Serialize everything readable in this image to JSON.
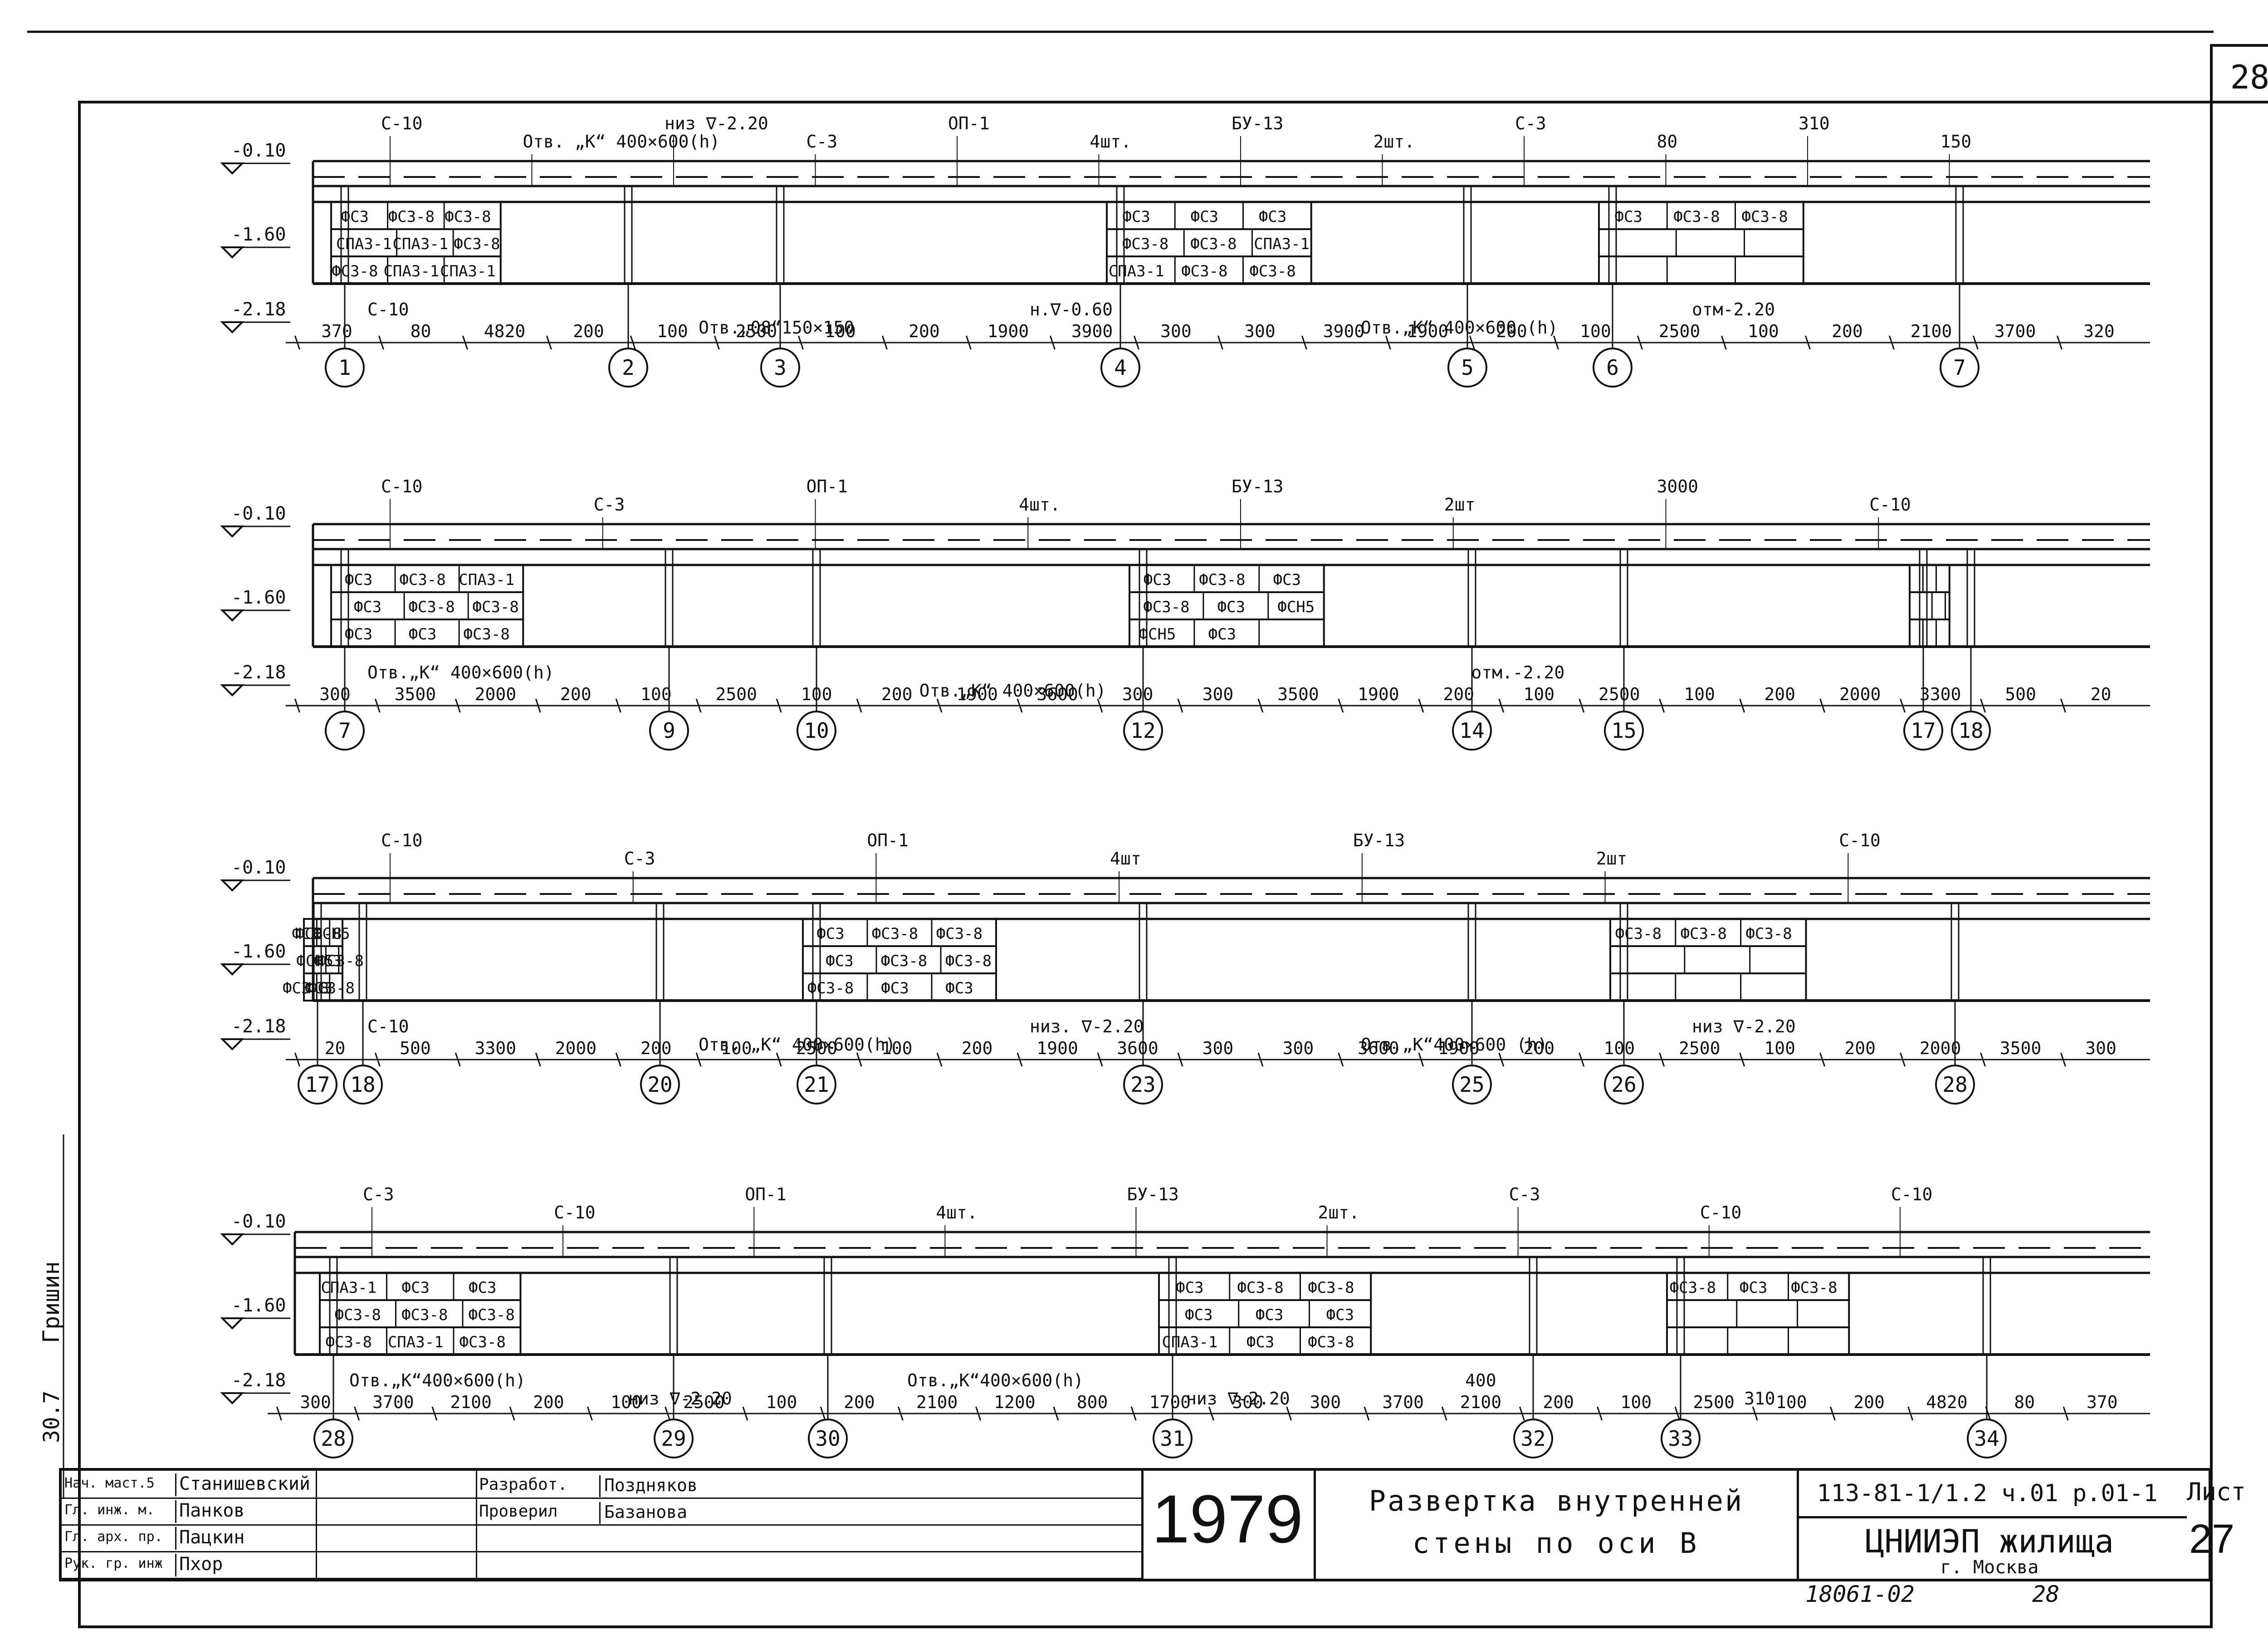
{
  "sheet": {
    "sheet_number": "28",
    "margin_stamp": "30.7",
    "margin_signature_name": "Гришин",
    "footer_numbers": [
      "18061-02",
      "28"
    ]
  },
  "rows": [
    {
      "levels": [
        "-0.10",
        "-1.60",
        "-2.18"
      ],
      "axes": [
        "1",
        "2",
        "3",
        "4",
        "5",
        "6",
        "7"
      ],
      "dims": [
        "370",
        "80",
        "4820",
        "200",
        "100",
        "2500",
        "100",
        "200",
        "1900",
        "3900",
        "300",
        "300",
        "3900",
        "1900",
        "200",
        "100",
        "2500",
        "100",
        "200",
        "2100",
        "3700",
        "320"
      ],
      "top_notes": [
        "С-10",
        "Отв. „К“ 400×600(h)",
        "низ ∇-2.20",
        "С-3",
        "ОП-1",
        "4шт.",
        "БУ-13",
        "2шт.",
        "С-3",
        "80",
        "310",
        "150"
      ],
      "panels": [
        "ФС3",
        "ФС3-8",
        "ФС3-8",
        "СПАЗ-1",
        "СПАЗ-1",
        "ФС3-8",
        "ФС3-8",
        "СПАЗ-1",
        "СПАЗ-1",
        "ФС3",
        "ФС3",
        "ФС3",
        "ФС3-8",
        "ФС3-8",
        "СПАЗ-1",
        "СПАЗ-1",
        "ФС3-8",
        "ФС3-8",
        "ФС3",
        "ФС3-8",
        "ФС3-8"
      ],
      "notes": [
        "С-10",
        "Отв.„08“150×150",
        "н.∇-0.60",
        "Отв.„К“ 400×600 (h)",
        "отм-2.20"
      ]
    },
    {
      "levels": [
        "-0.10",
        "-1.60",
        "-2.18"
      ],
      "axes": [
        "7",
        "9",
        "10",
        "12",
        "14",
        "15",
        "17",
        "18"
      ],
      "dims": [
        "300",
        "3500",
        "2000",
        "200",
        "100",
        "2500",
        "100",
        "200",
        "1900",
        "3600",
        "300",
        "300",
        "3500",
        "1900",
        "200",
        "100",
        "2500",
        "100",
        "200",
        "2000",
        "3300",
        "500",
        "20"
      ],
      "top_notes": [
        "С-10",
        "С-3",
        "ОП-1",
        "4шт.",
        "БУ-13",
        "2шт",
        "3000",
        "С-10"
      ],
      "panels": [
        "ФС3",
        "ФС3-8",
        "СПАЗ-1",
        "ФС3",
        "ФС3-8",
        "ФС3-8",
        "ФС3",
        "ФС3",
        "ФС3-8",
        "ФС3",
        "ФС3-8",
        "ФС3",
        "ФС3-8",
        "ФС3",
        "ФСН5",
        "ФСН5",
        "ФС3"
      ],
      "notes": [
        "Отв.„К“ 400×600(h)",
        "Отв.„К“ 400×600(h)",
        "отм.-2.20"
      ]
    },
    {
      "levels": [
        "-0.10",
        "-1.60",
        "-2.18"
      ],
      "axes": [
        "17",
        "18",
        "20",
        "21",
        "23",
        "25",
        "26",
        "28"
      ],
      "dims": [
        "20",
        "500",
        "3300",
        "2000",
        "200",
        "100",
        "2500",
        "100",
        "200",
        "1900",
        "3600",
        "300",
        "300",
        "3600",
        "1900",
        "200",
        "100",
        "2500",
        "100",
        "200",
        "2000",
        "3500",
        "300"
      ],
      "top_notes": [
        "С-10",
        "С-3",
        "ОП-1",
        "4шт",
        "БУ-13",
        "2шт",
        "С-10"
      ],
      "panels": [
        "ФС3",
        "ФС3-8",
        "ФСН5",
        "ФСН5",
        "ФС3",
        "ФС3-8",
        "ФС3-8",
        "ФС3",
        "ФС3-8",
        "ФС3",
        "ФС3-8",
        "ФС3-8",
        "ФС3",
        "ФС3-8",
        "ФС3-8",
        "ФС3-8",
        "ФС3",
        "ФС3",
        "ФС3-8",
        "ФС3-8",
        "ФС3-8"
      ],
      "notes": [
        "С-10",
        "Отв. „К“ 400×600(h)",
        "низ. ∇-2.20",
        "Отв.„К“400×600 (h)",
        "низ ∇-2.20"
      ]
    },
    {
      "levels": [
        "-0.10",
        "-1.60",
        "-2.18"
      ],
      "axes": [
        "28",
        "29",
        "30",
        "31",
        "32",
        "33",
        "34"
      ],
      "dims": [
        "300",
        "3700",
        "2100",
        "200",
        "100",
        "2500",
        "100",
        "200",
        "2100",
        "1200",
        "800",
        "1700",
        "300",
        "300",
        "3700",
        "2100",
        "200",
        "100",
        "2500",
        "100",
        "200",
        "4820",
        "80",
        "370"
      ],
      "top_notes": [
        "С-3",
        "С-10",
        "ОП-1",
        "4шт.",
        "БУ-13",
        "2шт.",
        "С-3",
        "С-10",
        "С-10"
      ],
      "panels": [
        "СПАЗ-1",
        "ФС3",
        "ФС3",
        "ФС3-8",
        "ФС3-8",
        "ФС3-8",
        "ФС3-8",
        "СПАЗ-1",
        "ФС3-8",
        "ФС3",
        "ФС3-8",
        "ФС3-8",
        "ФС3",
        "ФС3",
        "ФС3",
        "СПАЗ-1",
        "ФС3",
        "ФС3-8",
        "ФС3-8",
        "ФС3",
        "ФС3-8"
      ],
      "notes": [
        "Отв.„К“400×600(h)",
        "низ ∇-2.20",
        "Отв.„К“400×600(h)",
        "низ ∇-2.20",
        "400",
        "310"
      ]
    }
  ],
  "title_block": {
    "roles": [
      "Нач. маст.5",
      "Гл. инж. м.",
      "Гл. арх. пр.",
      "Рук. гр. инж"
    ],
    "names": [
      "Станишевский",
      "Панков",
      "Пацкин",
      "Пхор"
    ],
    "roles2": [
      "Разработ.",
      "Проверил"
    ],
    "names2": [
      "Поздняков",
      "Базанова"
    ],
    "year": "1979",
    "title_line1": "Развертка внутренней",
    "title_line2": "стены по оси В",
    "code": "113-81-1/1.2 ч.01 р.01-1",
    "org": "ЦНИИЭП жилища",
    "city": "г. Москва",
    "sheet_label": "Лист",
    "sheet_no": "27"
  },
  "colors": {
    "ink": "#111111",
    "paper": "#ffffff"
  }
}
